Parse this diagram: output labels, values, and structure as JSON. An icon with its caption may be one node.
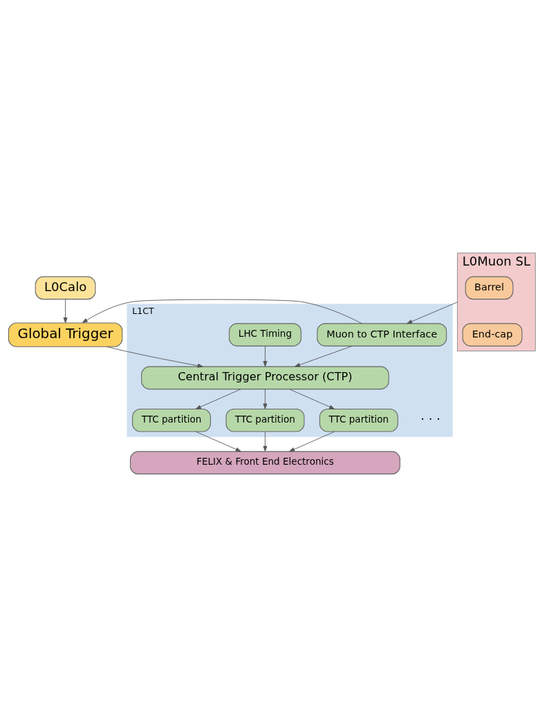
{
  "diagram": {
    "nodes": [
      {
        "text": [
          "L0Calo"
        ]
      },
      {
        "text": [
          "L0Muon SL"
        ]
      },
      {
        "text": [
          "Barrel"
        ],
        "in": 1
      },
      {
        "text": [
          "End-cap"
        ],
        "in": 1
      },
      {
        "text": [
          "Global Trigger"
        ]
      },
      {
        "text": [
          "L1CT"
        ]
      },
      {
        "text": [
          "Muon to CTP Interface"
        ],
        "in": 5
      },
      {
        "text": [
          "LHC Timing"
        ],
        "in": 5
      },
      {
        "text": [
          "Central Trigger Processor (CTP)"
        ],
        "in": 5
      },
      {
        "text": [
          "TTC partition"
        ],
        "in": 5
      },
      {
        "text": [
          "TTC partition"
        ],
        "in": 5
      },
      {
        "text": [
          "TTC partition"
        ],
        "in": 5
      },
      {
        "text": [
          "FELIX & Front End Electronics"
        ]
      }
    ],
    "edges": [
      {
        "from": 0,
        "to": 4,
        "arrow": "to"
      },
      {
        "from": 1,
        "to": 6,
        "arrow": "to"
      },
      {
        "from": 6,
        "to": 4,
        "arrow": "to"
      },
      {
        "from": 4,
        "to": 8,
        "arrow": "to"
      },
      {
        "from": 6,
        "to": 8,
        "arrow": "to"
      },
      {
        "from": 7,
        "to": 8,
        "arrow": "to"
      },
      {
        "from": 8,
        "to": 9,
        "arrow": "to"
      },
      {
        "from": 8,
        "to": 10,
        "arrow": "to"
      },
      {
        "from": 8,
        "to": 11,
        "arrow": "to"
      },
      {
        "from": 9,
        "to": 12,
        "arrow": "to"
      },
      {
        "from": 10,
        "to": 12,
        "arrow": "to"
      },
      {
        "from": 11,
        "to": 12,
        "arrow": "to"
      }
    ],
    "labels": [
      "· · ·"
    ]
  }
}
